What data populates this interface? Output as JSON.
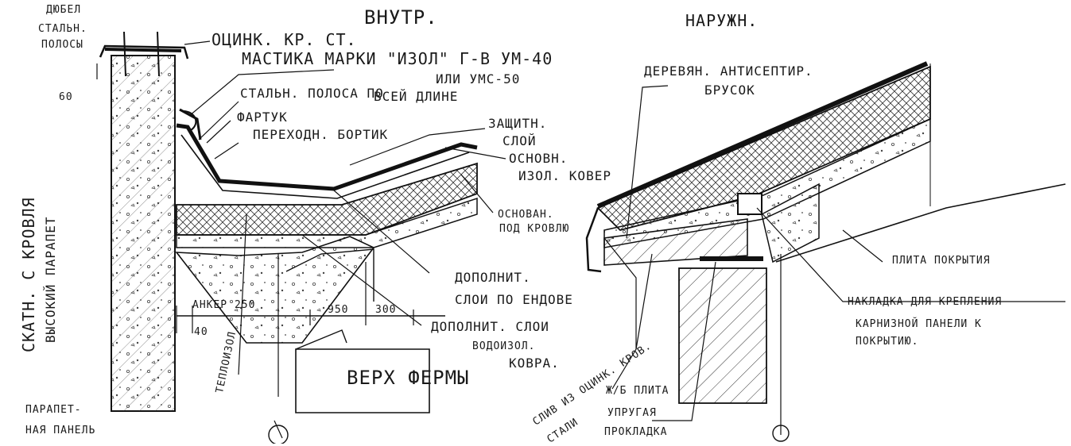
{
  "labels": {
    "dyubel": "ДЮБЕЛ",
    "stal_polosy_1": "СТАЛЬН.",
    "stal_polosy_2": "ПОЛОСЫ",
    "dim_60": "60",
    "vnutr": "ВНУТР.",
    "naruzh": "НАРУЖН.",
    "ocinc": "ОЦИНК. КР. СТ.",
    "mastika_1": "МАСТИКА МАРКИ \"ИЗОЛ\" Г-В УМ-40",
    "mastika_2": "ИЛИ УМС-50",
    "stal_polosa_1": "СТАЛЬН. ПОЛОСА ПО",
    "stal_polosa_2": "ВСЕЙ ДЛИНЕ",
    "fartuk": "ФАРТУК",
    "perehod": "ПЕРЕХОДН. БОРТИК",
    "zashit_1": "ЗАЩИТН.",
    "zashit_2": "СЛОЙ",
    "osn_izol_1": "ОСНОВН.",
    "osn_izol_2": "ИЗОЛ. КОВЕР",
    "osn_krov_1": "ОСНОВАН.",
    "osn_krov_2": "ПОД КРОВЛЮ",
    "dop_endova_1": "ДОПОЛНИТ.",
    "dop_endova_2": "СЛОИ ПО ЕНДОВЕ",
    "dop_vodoiz_1": "ДОПОЛНИТ. СЛОИ",
    "dop_vodoiz_2": "ВОДОИЗОЛ.",
    "dop_vodoiz_3": "КОВРА.",
    "anker": "АНКЕР 250",
    "dim_40": "40",
    "dim_950": "950",
    "dim_300": "300",
    "verh_fermy": "ВЕРХ ФЕРМЫ",
    "teploizol": "ТЕПЛОИЗОЛ",
    "skat_1": "СКАТН. С КРОВЛЯ",
    "skat_2": "ВЫСОКИЙ ПАРАПЕТ",
    "parapet_1": "ПАРАПЕТ-",
    "parapet_2": "НАЯ ПАНЕЛЬ",
    "derev_1": "ДЕРЕВЯН. АНТИСЕПТИР.",
    "derev_2": "БРУСОК",
    "plita_pokr": "ПЛИТА ПОКРЫТИЯ",
    "naklad_1": "НАКЛАДКА ДЛЯ КРЕПЛЕНИЯ",
    "naklad_2": "КАРНИЗНОЙ ПАНЕЛИ К",
    "naklad_3": "ПОКРЫТИЮ.",
    "sliv": "СЛИВ ИЗ ОЦИНК. КРОВ.",
    "stali": "СТАЛИ",
    "plita_small": "Ж/Б ПЛИТА",
    "uprug_1": "УПРУГАЯ",
    "uprug_2": "ПРОКЛАДКА"
  }
}
